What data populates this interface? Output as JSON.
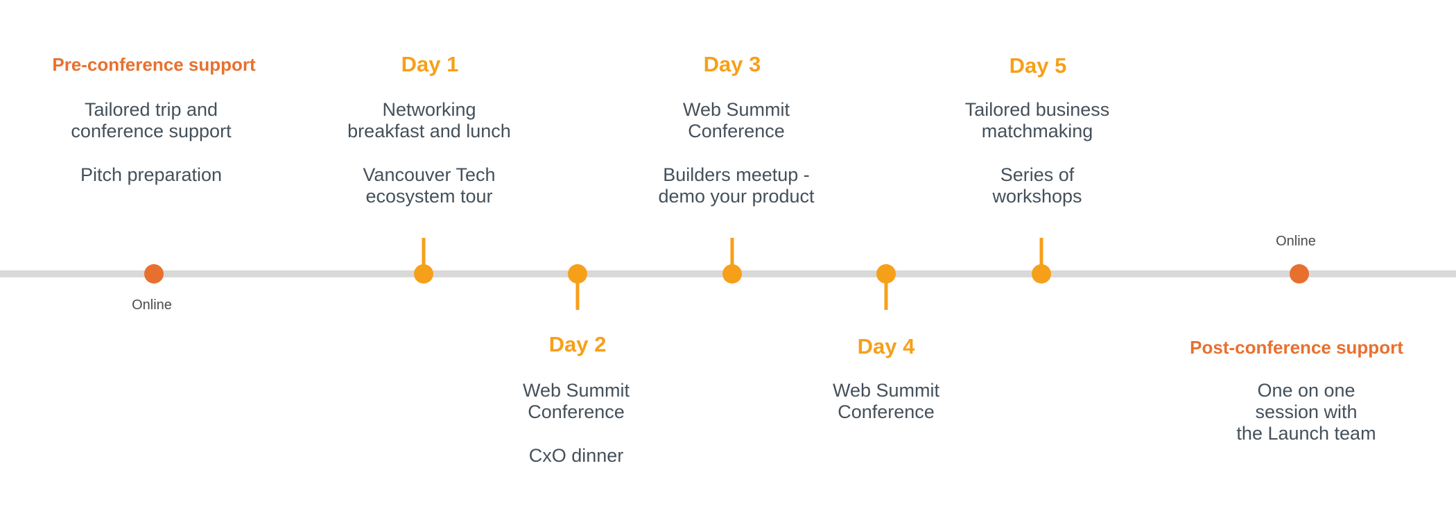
{
  "colors": {
    "online": "#e8702e",
    "day": "#f6a01a",
    "axis": "#d9d9d9",
    "text": "#44505a"
  },
  "stages": {
    "pre": {
      "title": "Pre-conference support",
      "items": [
        "Tailored trip and\nconference support",
        "Pitch preparation"
      ],
      "note": "Online"
    },
    "day1": {
      "title": "Day 1",
      "items": [
        "Networking\nbreakfast and lunch",
        "Vancouver Tech\necosystem tour"
      ]
    },
    "day2": {
      "title": "Day 2",
      "items": [
        "Web Summit\nConference",
        "CxO dinner"
      ]
    },
    "day3": {
      "title": "Day 3",
      "items": [
        "Web Summit\nConference",
        "Builders meetup -\ndemo your product"
      ]
    },
    "day4": {
      "title": "Day 4",
      "items": [
        "Web Summit\nConference"
      ]
    },
    "day5": {
      "title": "Day 5",
      "items": [
        "Tailored business\nmatchmaking",
        "Series of\nworkshops"
      ]
    },
    "post": {
      "title": "Post-conference support",
      "items": [
        "One on one session with\nthe Launch team"
      ],
      "note": "Online"
    }
  }
}
